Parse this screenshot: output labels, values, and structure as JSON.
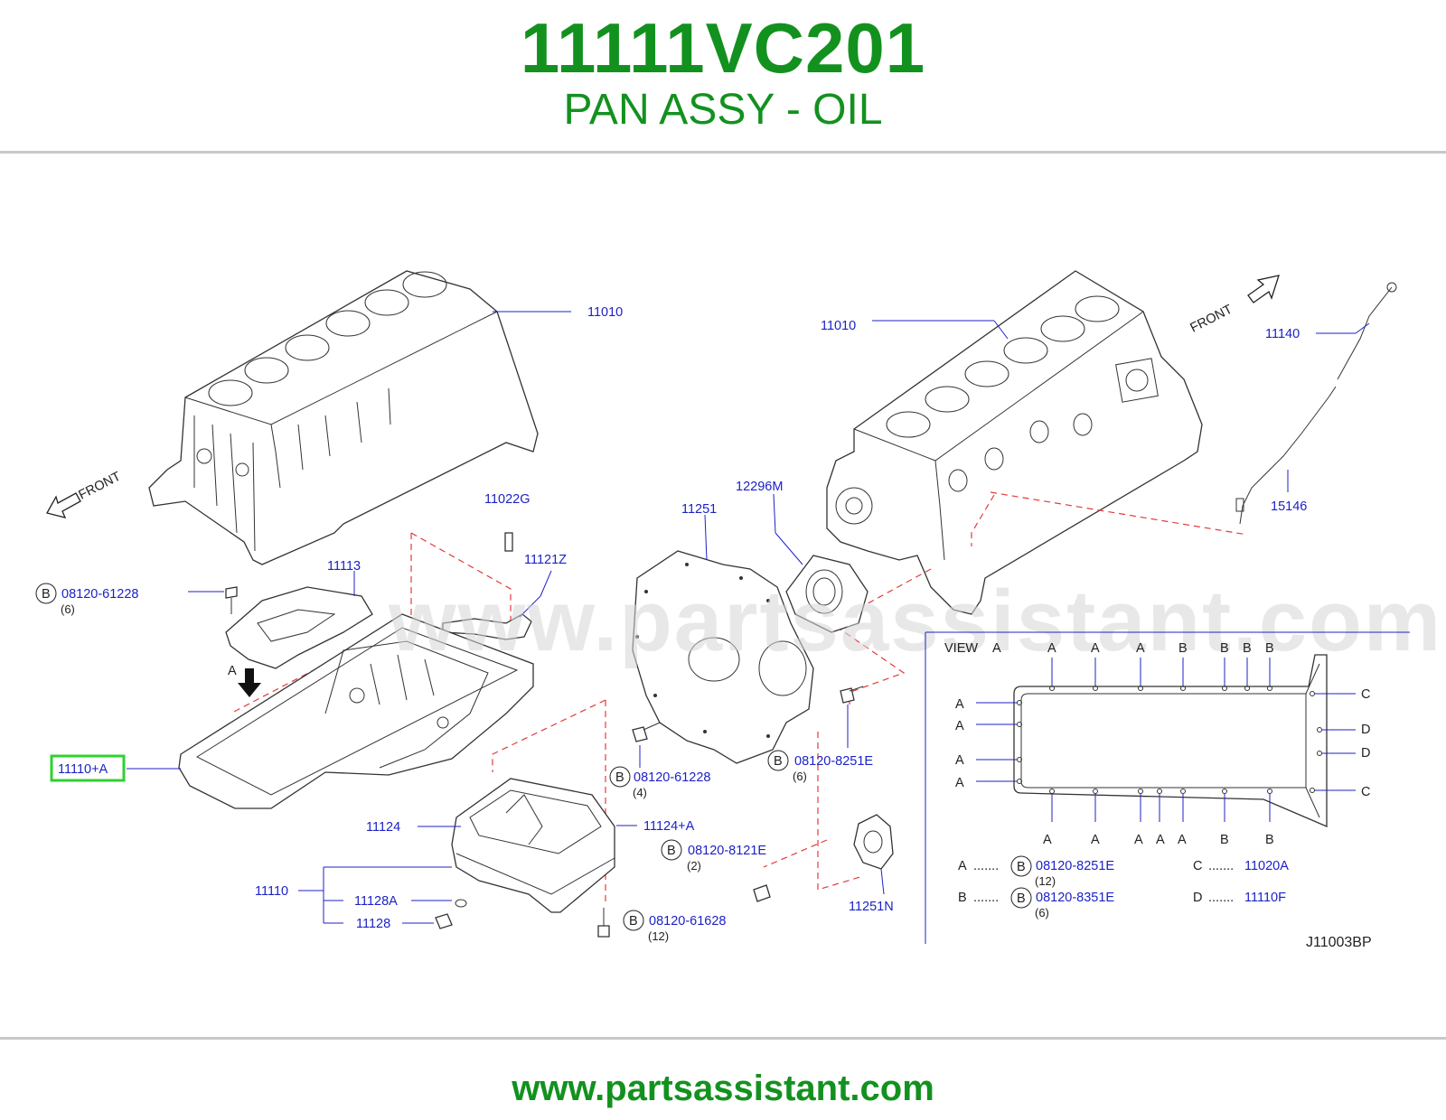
{
  "header": {
    "part_number": "11111VC201",
    "part_description": "PAN ASSY - OIL"
  },
  "footer": {
    "url": "www.partsassistant.com"
  },
  "watermark": "www.partsassistant.com",
  "diagram_code": "J11003BP",
  "front_labels": [
    "FRONT",
    "FRONT"
  ],
  "callouts": {
    "block_left": "11010",
    "block_right": "11010",
    "dipstick": "11140",
    "dipstick_guide": "15146",
    "rear_seal": "12296M",
    "plate": "11251",
    "pin": "11022G",
    "strainer": "11121Z",
    "baffle": "11113",
    "highlighted": "11110+A",
    "lower_pan_gasket": "11124",
    "lower_pan_gasket_a": "11124+A",
    "lower_pan": "11110",
    "washer": "11128A",
    "drain_plug": "11128",
    "cover": "11251N",
    "view_a_arrow": "A"
  },
  "bolts": [
    {
      "ref": "B",
      "part": "08120-61228",
      "qty": "(6)"
    },
    {
      "ref": "B",
      "part": "08120-61228",
      "qty": "(4)"
    },
    {
      "ref": "B",
      "part": "08120-8251E",
      "qty": "(6)"
    },
    {
      "ref": "B",
      "part": "08120-8121E",
      "qty": "(2)"
    },
    {
      "ref": "B",
      "part": "08120-61628",
      "qty": "(12)"
    }
  ],
  "view": {
    "title": "VIEW",
    "title_letter": "A",
    "top_letters": [
      "A",
      "A",
      "A",
      "B",
      "B",
      "B",
      "B"
    ],
    "bottom_letters": [
      "A",
      "A",
      "A",
      "A",
      "A",
      "B",
      "B"
    ],
    "left_letters": [
      "A",
      "A",
      "A",
      "A"
    ],
    "right_letters": [
      "C",
      "D",
      "D",
      "C"
    ],
    "legend": [
      {
        "key": "A",
        "dots": ".......",
        "ref": "B",
        "part": "08120-8251E",
        "qty": "(12)"
      },
      {
        "key": "B",
        "dots": ".......",
        "ref": "B",
        "part": "08120-8351E",
        "qty": "(6)"
      },
      {
        "key": "C",
        "dots": ".......",
        "part": "11020A"
      },
      {
        "key": "D",
        "dots": ".......",
        "part": "11110F"
      }
    ]
  },
  "colors": {
    "brand_green": "#13911f",
    "link_blue": "#1c22c6",
    "dash_red": "#e23b3b",
    "highlight_border": "#2fd12f"
  }
}
